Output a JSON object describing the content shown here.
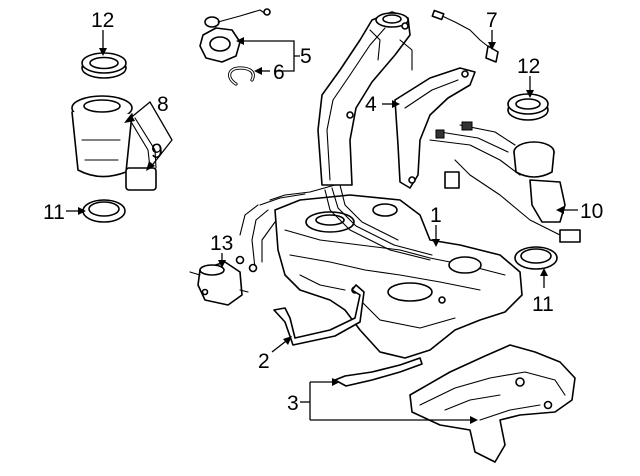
{
  "diagram": {
    "callouts": {
      "c1": "1",
      "c2": "2",
      "c3": "3",
      "c4": "4",
      "c5": "5",
      "c6": "6",
      "c7": "7",
      "c8": "8",
      "c9": "9",
      "c10": "10",
      "c11a": "11",
      "c11b": "11",
      "c12a": "12",
      "c12b": "12",
      "c13": "13"
    }
  }
}
